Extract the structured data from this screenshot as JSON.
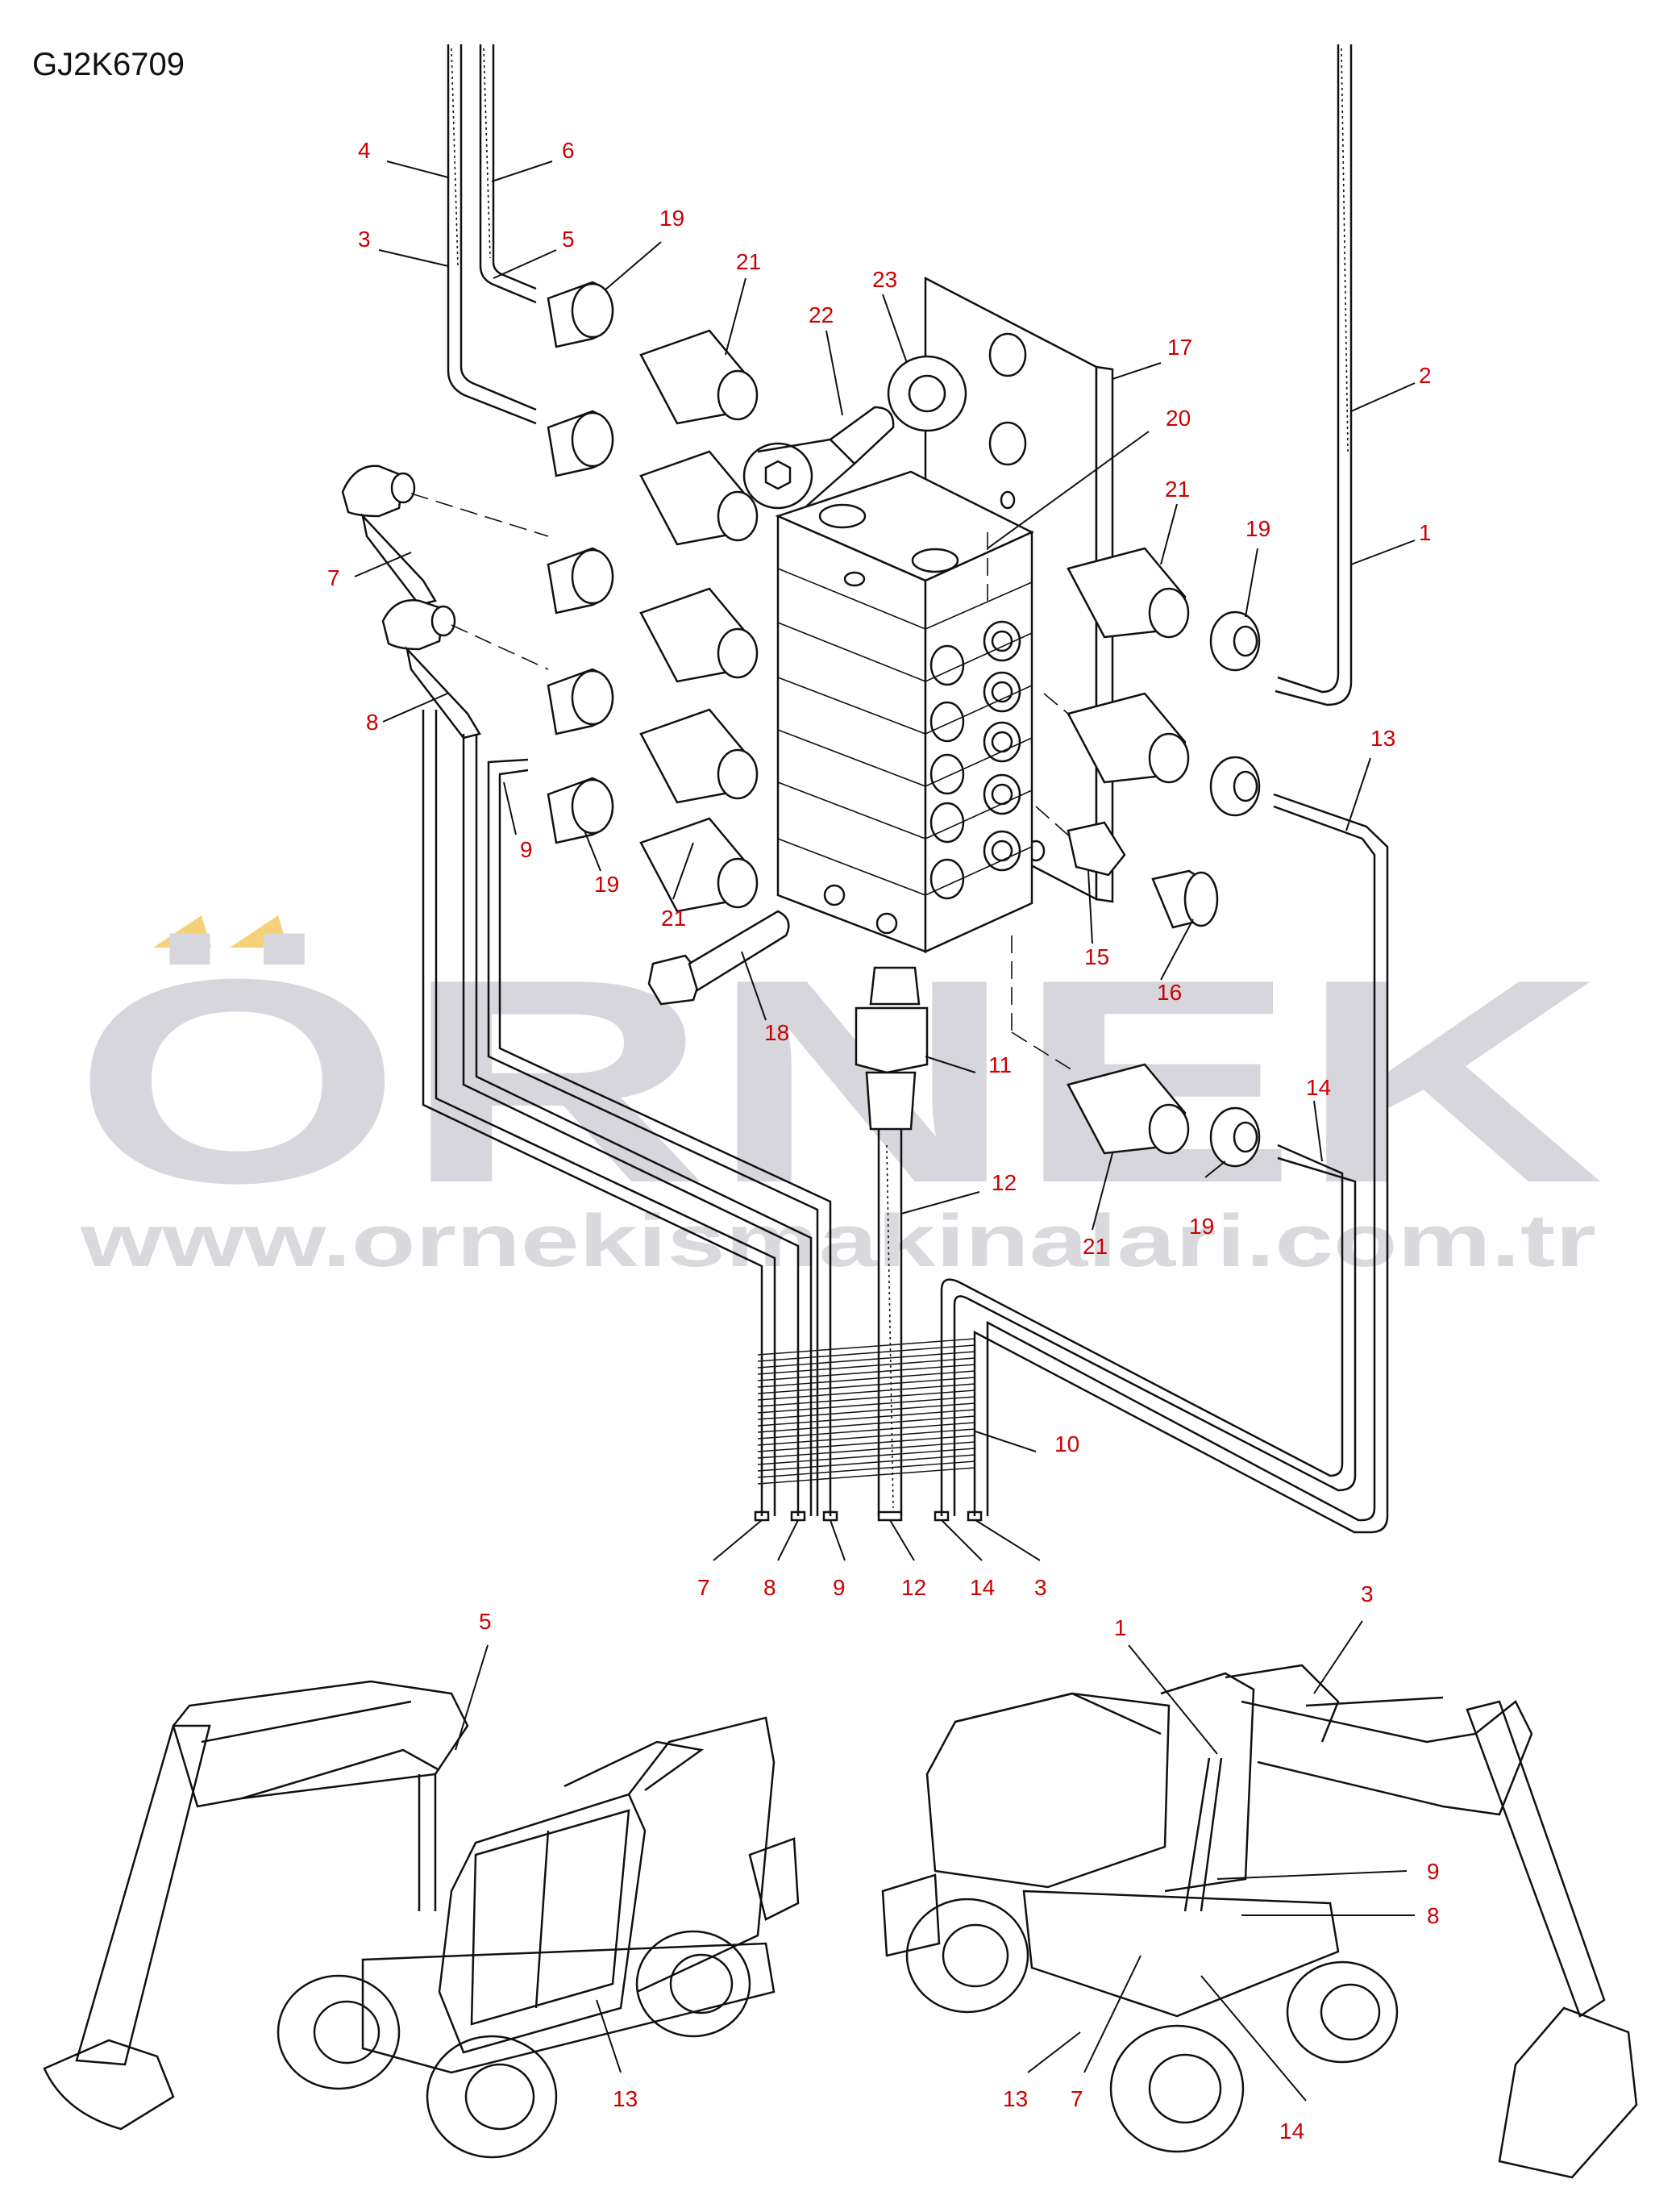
{
  "doc_code": "GJ2K6709",
  "watermark": {
    "brand": "ÖRNEK",
    "url": "www.ornekismakinalari.com.tr",
    "accent_color": "#f5d27a",
    "text_color": "#d6d6dc"
  },
  "callout_color": "#cc0000",
  "callouts": {
    "c1": "1",
    "c2": "2",
    "c3": "3",
    "c4": "4",
    "c5": "5",
    "c6": "6",
    "c7": "7",
    "c8": "8",
    "c9": "9",
    "c11": "11",
    "c12": "12",
    "c13": "13",
    "c14": "14",
    "c15": "15",
    "c16": "16",
    "c17": "17",
    "c18": "18",
    "c19a": "19",
    "c19b": "19",
    "c19c": "19",
    "c20": "20",
    "c21a": "21",
    "c21b": "21",
    "c21c": "21",
    "c21d": "21",
    "c22": "22",
    "c23": "23",
    "c10": "10",
    "bot7": "7",
    "bot8": "8",
    "bot9": "9",
    "bot12": "12",
    "bot14": "14",
    "bot3": "3",
    "l5": "5",
    "l13": "13",
    "r1": "1",
    "r3": "3",
    "r9": "9",
    "r8": "8",
    "r13": "13",
    "r7": "7",
    "r14": "14"
  }
}
